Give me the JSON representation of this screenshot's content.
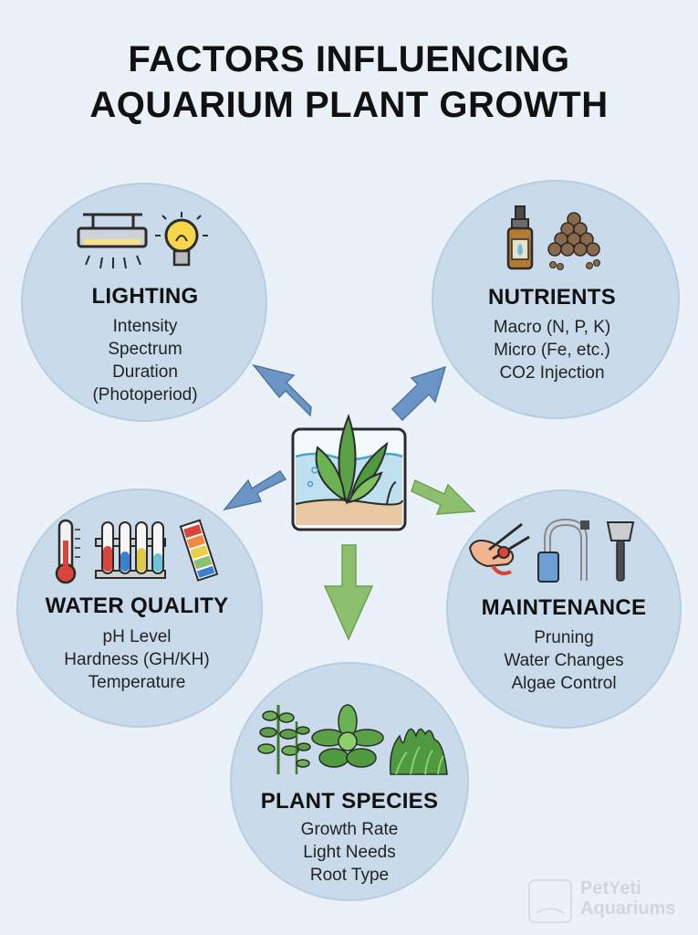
{
  "title": {
    "line1": "FACTORS INFLUENCING",
    "line2": "AQUARIUM PLANT GROWTH"
  },
  "center": {
    "icon": "aquarium-tank-icon"
  },
  "factors": {
    "lighting": {
      "heading": "LIGHTING",
      "items": [
        "Intensity",
        "Spectrum",
        "Duration",
        "(Photoperiod)"
      ],
      "icons": [
        "aquarium-light-fixture-icon",
        "light-bulb-icon"
      ]
    },
    "nutrients": {
      "heading": "NUTRIENTS",
      "items": [
        "Macro (N, P, K)",
        "Micro (Fe, etc.)",
        "CO2 Injection"
      ],
      "icons": [
        "dropper-bottle-icon",
        "fertilizer-pellets-icon"
      ]
    },
    "water_quality": {
      "heading": "WATER QUALITY",
      "items": [
        "pH Level",
        "Hardness (GH/KH)",
        "Temperature"
      ],
      "icons": [
        "thermometer-icon",
        "test-tubes-icon",
        "ph-strip-icon"
      ]
    },
    "maintenance": {
      "heading": "MAINTENANCE",
      "items": [
        "Pruning",
        "Water Changes",
        "Algae Control"
      ],
      "icons": [
        "pruning-scissors-icon",
        "gravel-siphon-icon",
        "algae-scraper-icon"
      ]
    },
    "plant_species": {
      "heading": "PLANT SPECIES",
      "items": [
        "Growth Rate",
        "Light Needs",
        "Root Type"
      ],
      "icons": [
        "stem-plant-icon",
        "rosette-plant-icon",
        "carpet-plant-icon"
      ]
    }
  },
  "colors": {
    "arrow_blue": "#6b95c4",
    "arrow_green": "#8cbf6e",
    "circle_fill": "#c9dbea",
    "background": "#eaf1f8"
  },
  "watermark": {
    "line1": "PetYeti",
    "line2": "Aquariums"
  }
}
